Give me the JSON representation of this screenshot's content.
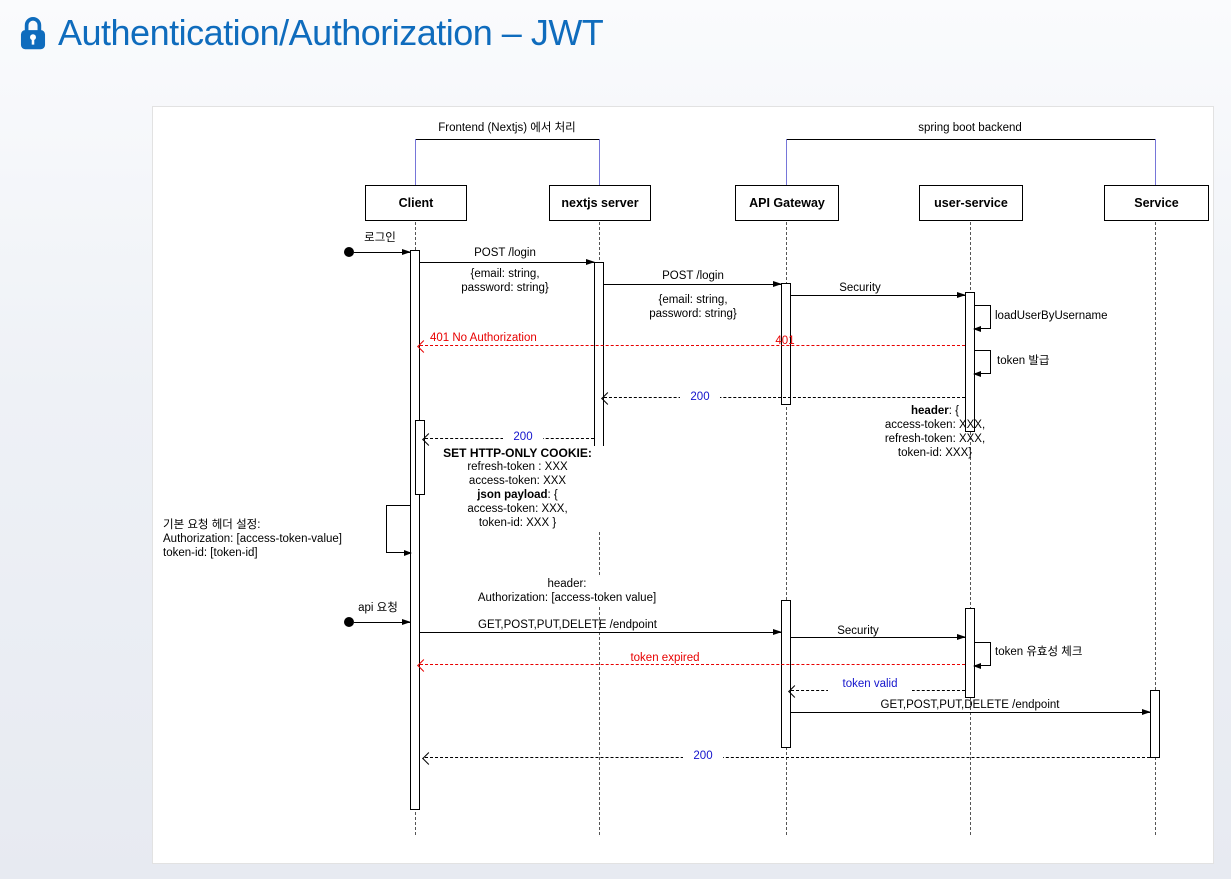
{
  "page": {
    "title": "Authentication/Authorization – JWT"
  },
  "colors": {
    "accent": "#0f6cbd",
    "error": "#e80000",
    "info": "#1414cc",
    "connector": "#7676d9"
  },
  "groups": {
    "frontend": "Frontend (Nextjs) 에서 처리",
    "backend": "spring boot backend"
  },
  "participants": {
    "client": "Client",
    "nextjs": "nextjs server",
    "gateway": "API Gateway",
    "user_service": "user-service",
    "service": "Service"
  },
  "flow1": {
    "trigger": "로그인",
    "post_login_client": "POST /login",
    "post_login_client_body": "{email: string,\npassword: string}",
    "post_login_gateway": "POST /login",
    "post_login_gateway_body": "{email: string,\npassword: string}",
    "security": "Security",
    "load_user": "loadUserByUsername",
    "unauthorized": "401 No Authorization",
    "unauthorized_code": "401",
    "issue_token": "token 발급",
    "ok_backend": "200",
    "header_note": {
      "bold": "header",
      "rest": ": {",
      "access": "access-token: XXX,",
      "refresh": "refresh-token: XXX,",
      "token": "token-id: XXX}"
    },
    "ok_front": "200",
    "cookie_note": {
      "title": "SET HTTP-ONLY COOKIE:",
      "refresh": "refresh-token : XXX",
      "access": "access-token: XXX",
      "payload_bold": "json payload",
      "payload_rest": ": {",
      "payload_access": "access-token: XXX,",
      "payload_token": "token-id: XXX }"
    },
    "default_header_note": "기본 요청 헤더 설정:\nAuthorization:  [access-token-value]\ntoken-id: [token-id]"
  },
  "flow2": {
    "trigger": "api 요청",
    "request_header_note": "header:\nAuthorization: [access-token value]",
    "request": "GET,POST,PUT,DELETE /endpoint",
    "security": "Security",
    "validate_token": "token 유효성 체크",
    "token_expired": "token expired",
    "token_valid": "token valid",
    "forward_request": "GET,POST,PUT,DELETE /endpoint",
    "ok": "200"
  }
}
